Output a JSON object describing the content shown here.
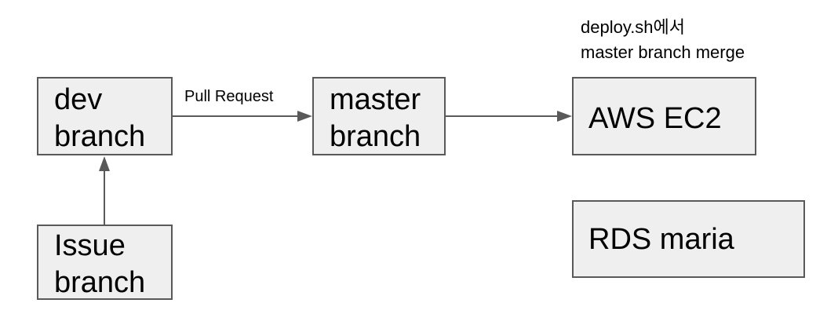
{
  "nodes": {
    "dev_branch": {
      "line1": "dev",
      "line2": "branch"
    },
    "master_branch": {
      "line1": "master",
      "line2": "branch"
    },
    "aws_ec2": {
      "label": "AWS EC2"
    },
    "issue_branch": {
      "line1": "Issue",
      "line2": "branch"
    },
    "rds_maria": {
      "label": "RDS maria"
    }
  },
  "edges": {
    "dev_to_master": {
      "label": "Pull Request"
    }
  },
  "note": {
    "line1": "deploy.sh에서",
    "line2": "master branch merge"
  },
  "colors": {
    "box_fill": "#efefef",
    "box_border": "#595959",
    "arrow": "#595959"
  }
}
